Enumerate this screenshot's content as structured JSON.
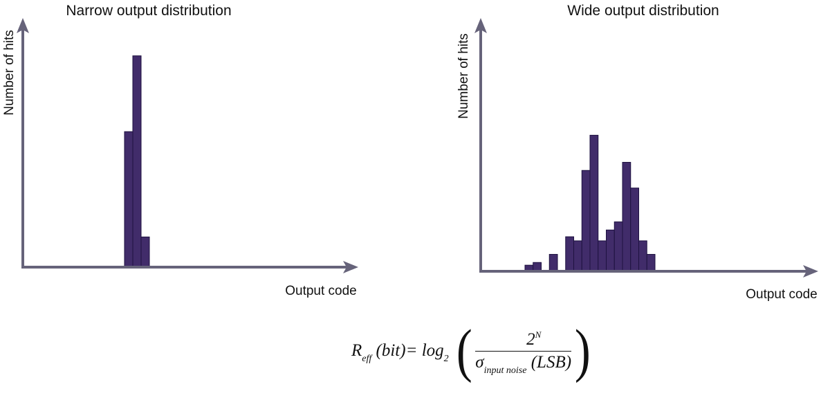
{
  "colors": {
    "bar": "#412c6a",
    "bar_edge": "#1e1240",
    "axis": "#66637a"
  },
  "chart_data": [
    {
      "type": "bar",
      "title": "Narrow output distribution",
      "xlabel": "Output code",
      "ylabel": "Number of hits",
      "bins": [
        0,
        1,
        2
      ],
      "values": [
        64,
        100,
        14
      ],
      "ylim": [
        0,
        115
      ],
      "grid": false
    },
    {
      "type": "bar",
      "title": "Wide output distribution",
      "xlabel": "Output code",
      "ylabel": "Number of hits",
      "bins": [
        0,
        1,
        2,
        3,
        4,
        5,
        6,
        7,
        8,
        9,
        10,
        11,
        12,
        13,
        14,
        15
      ],
      "values": [
        4,
        6,
        0,
        12,
        0,
        25,
        22,
        74,
        100,
        22,
        30,
        36,
        80,
        61,
        22,
        12
      ],
      "ylim": [
        0,
        182
      ],
      "grid": false
    }
  ],
  "formula": {
    "lhs_main": "R",
    "lhs_sub": "eff",
    "lhs_unit": " (bit)= log",
    "log_base": "2",
    "open_paren": "(",
    "close_paren": ")",
    "num_base": "2",
    "num_exp": "N",
    "den_main": "σ",
    "den_sub": "input noise",
    "den_unit": " (LSB)"
  }
}
